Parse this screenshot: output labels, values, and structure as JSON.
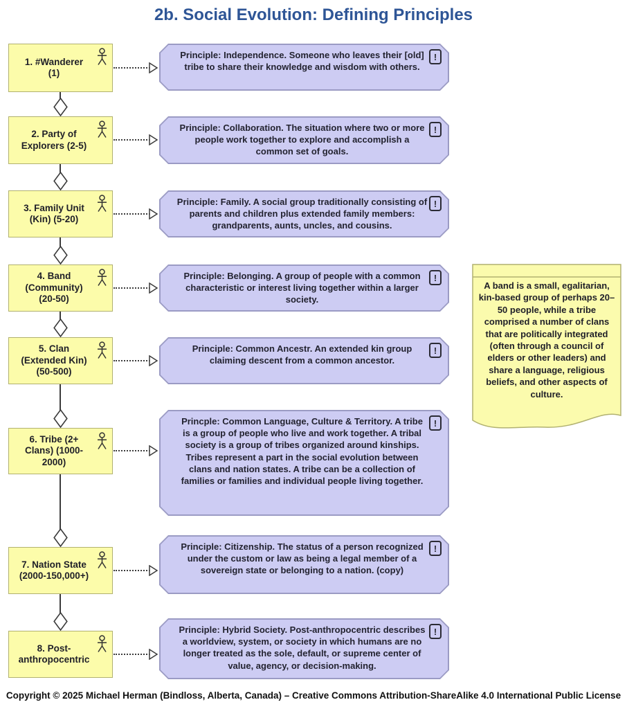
{
  "title": "2b. Social Evolution: Defining Principles",
  "annotation_icon": "!",
  "icons": {
    "actor": "uml-actor-stick-figure",
    "aggregation_connector": "open-diamond",
    "dependency_connector": "dashed-line-open-arrowhead",
    "annotation": "boxed-exclamation"
  },
  "colors": {
    "title_accent": "#2e5596",
    "actor_fill": "#fcfcaa",
    "actor_border": "#b1b170",
    "principle_fill": "#cdccf3",
    "principle_border": "#9b9bc4",
    "note_fill": "#fbfbad",
    "connector": "#3a3a3a"
  },
  "nodes": [
    {
      "label": "1. #Wanderer\n(1)",
      "principle": "Principle: Independence. Someone who leaves their [old] tribe to share their knowledge and wisdom with others."
    },
    {
      "label": "2. Party of\nExplorers (2-5)",
      "principle": "Principle: Collaboration. The situation where two or more people work together to explore and accomplish a common set of goals."
    },
    {
      "label": "3. Family Unit\n(Kin) (5-20)",
      "principle": "Principle: Family. A social group traditionally consisting of parents and children plus extended family members: grandparents, aunts, uncles, and cousins."
    },
    {
      "label": "4. Band\n(Community)\n(20-50)",
      "principle": "Principle: Belonging. A group of people with a common characteristic or interest living together within a larger society."
    },
    {
      "label": "5. Clan\n(Extended Kin)\n(50-500)",
      "principle": "Principle: Common Ancestr. An extended kin group claiming descent from a common ancestor."
    },
    {
      "label": "6. Tribe (2+\nClans) (1000-\n2000)",
      "principle": "Princple: Common Language, Culture & Territory. A tribe is a group of people who live and work together. A tribal society is a group of tribes organized around kinships. Tribes represent a part in the social evolution between clans and nation states. A tribe can be a collection of families or families and individual people living together."
    },
    {
      "label": "7. Nation State\n(2000-150,000+)",
      "principle": "Principle: Citizenship.  The status of a person recognized under the custom or law as being a legal member of a sovereign state or belonging to a nation. (copy)"
    },
    {
      "label": "8. Post-\nanthropocentric",
      "principle": "Principle: Hybrid Society. Post-anthropocentric describes a worldview, system, or society in which humans are no longer treated as the sole, default, or supreme center of value, agency, or decision-making."
    }
  ],
  "note": {
    "text": "A band is a small, egalitarian, kin-based group of perhaps 20–50 people, while a tribe comprised a number of clans that are politically integrated (often through a council of elders or other leaders) and share a language, religious beliefs, and other aspects of culture."
  },
  "copyright": "Copyright © 2025 Michael Herman (Bindloss, Alberta, Canada) – Creative Commons Attribution-ShareAlike 4.0 International Public License"
}
